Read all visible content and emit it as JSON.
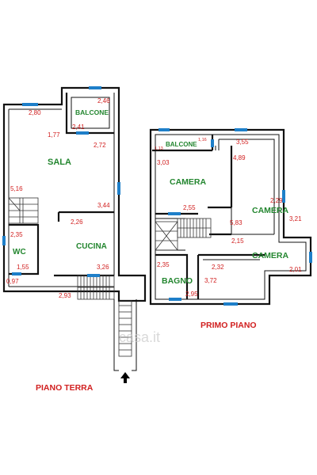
{
  "ground_floor": {
    "label": "PIANO TERRA",
    "rooms": {
      "balcone": "BALCONE",
      "sala": "SALA",
      "cucina": "CUCINA",
      "wc": "WC"
    },
    "dims": {
      "d280": "2,80",
      "d246": "2,46",
      "d177": "1,77",
      "d241": "2,41",
      "d272": "2,72",
      "d516": "5,16",
      "d344": "3,44",
      "d226": "2,26",
      "d235": "2,35",
      "d326": "3,26",
      "d155": "1,55",
      "d097": "0,97",
      "d293": "2,93"
    }
  },
  "first_floor": {
    "label": "PRIMO PIANO",
    "rooms": {
      "balcone": "BALCONE",
      "camera1": "CAMERA",
      "camera2": "CAMERA",
      "camera3": "CAMERA",
      "bagno": "BAGNO"
    },
    "dims": {
      "d113": "1,13",
      "d116": "1,16",
      "d355": "3,55",
      "d303": "3,03",
      "d489": "4,89",
      "d255": "2,55",
      "d229": "2,29",
      "d583": "5,83",
      "d321": "3,21",
      "d215": "2,15",
      "d235": "2,35",
      "d232": "2,32",
      "d201": "2,01",
      "d295": "2,95",
      "d372": "3,72"
    }
  },
  "watermark": "casa.it",
  "colors": {
    "dimension": "#d11f1f",
    "room_label": "#23862f",
    "window": "#1e7fc9",
    "wall": "#111111"
  }
}
